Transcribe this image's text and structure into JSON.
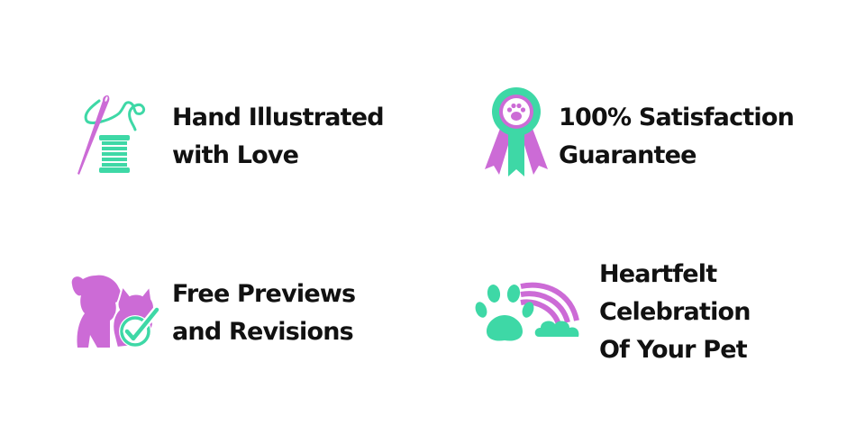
{
  "colors": {
    "teal": "#3ed8a6",
    "purple": "#cc6bd6",
    "text": "#111111"
  },
  "features": [
    {
      "icon": "needle-thread-spool-icon",
      "lines": [
        "Hand Illustrated",
        "with Love"
      ]
    },
    {
      "icon": "paw-award-ribbon-icon",
      "lines": [
        "100% Satisfaction",
        "Guarantee"
      ]
    },
    {
      "icon": "pets-checkmark-icon",
      "lines": [
        "Free Previews",
        "and Revisions"
      ]
    },
    {
      "icon": "paw-rainbow-icon",
      "lines": [
        "Heartfelt",
        "Celebration",
        "Of Your Pet"
      ]
    }
  ]
}
